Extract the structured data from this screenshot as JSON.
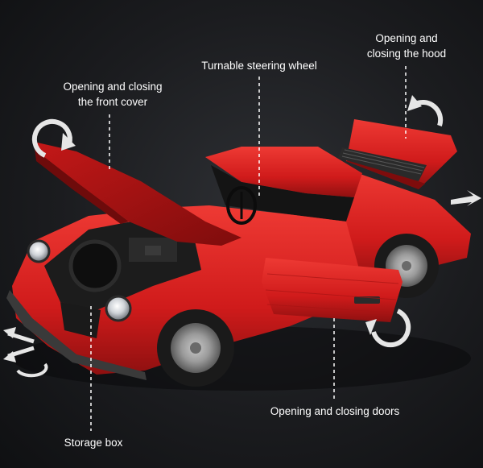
{
  "callouts": {
    "front_cover": [
      "Opening and closing",
      "the front cover"
    ],
    "steering": "Turnable steering wheel",
    "hood": [
      "Opening and",
      "closing the hood"
    ],
    "doors": "Opening and closing doors",
    "storage": "Storage box"
  },
  "colors": {
    "car_body": "#d81e1e",
    "car_shadow": "#8e1010",
    "background": "#1b1c1f",
    "text": "#ffffff"
  }
}
